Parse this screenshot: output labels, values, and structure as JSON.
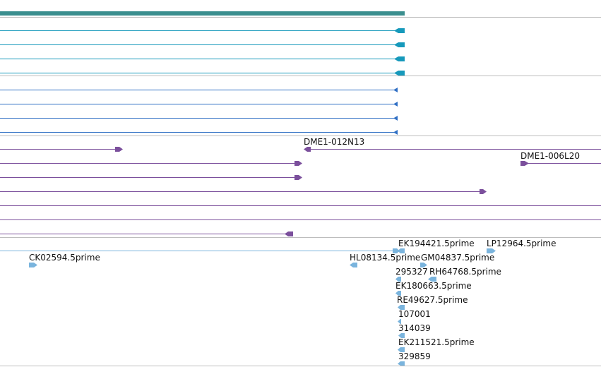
{
  "colors": {
    "gene": "#3a8e8e",
    "transcript": "#1699bb",
    "protein": "#2f6fc4",
    "clone": "#7b4f9c",
    "est": "#7ab4dd",
    "separator": "#bdbdbd"
  },
  "tracks": {
    "gene": {
      "name": "gene-bar"
    },
    "transcripts": {
      "count": 4
    },
    "proteins": {
      "count": 4
    },
    "clones": {
      "labels": [
        "DME1-012N13",
        "DME1-006L20"
      ]
    },
    "ests": {
      "labels": [
        "EK194421.5prime",
        "LP12964.5prime",
        "CK02594.5prime",
        "HL08134.5prime",
        "GM04837.5prime",
        "295327",
        "RH64768.5prime",
        "EK180663.5prime",
        "RE49627.5prime",
        "107001",
        "314039",
        "EK211521.5prime",
        "329859"
      ]
    }
  }
}
